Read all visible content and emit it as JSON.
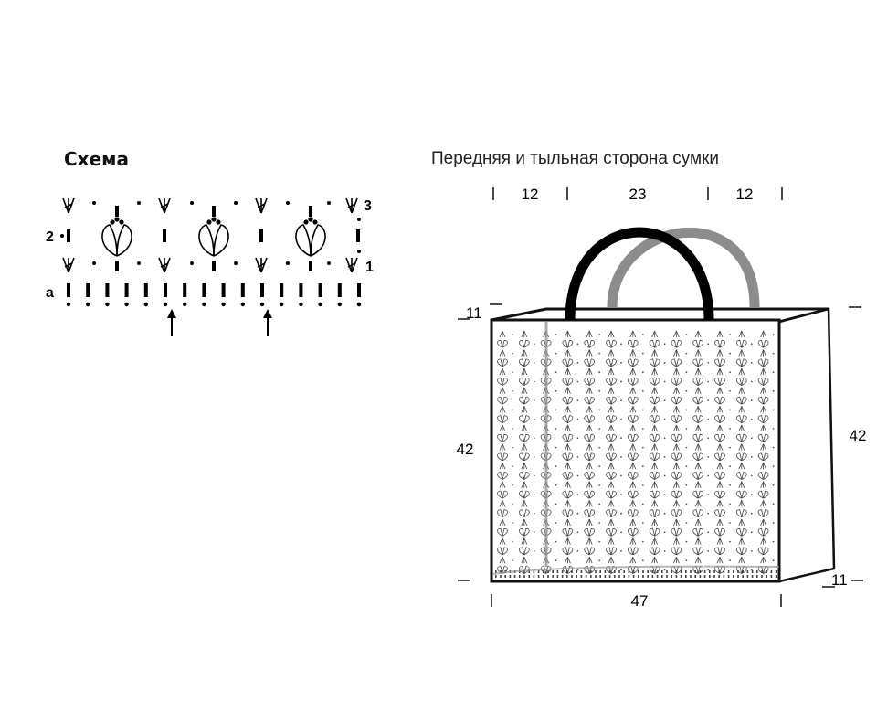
{
  "scheme": {
    "title": "Схема",
    "row_labels": {
      "r1": "1",
      "r2": "2",
      "r3": "3",
      "base": "a"
    }
  },
  "bag": {
    "title": "Передняя и тыльная сторона сумки",
    "dims": {
      "top_left": "12",
      "top_middle": "23",
      "top_right": "12",
      "top_edge_left": "11",
      "height_left": "42",
      "height_right": "42",
      "bottom_edge_right": "11",
      "width_bottom": "47"
    },
    "colors": {
      "front_handle": "#000000",
      "back_handle": "#8c8c8c",
      "outline": "#111111",
      "stitches": "#333333"
    }
  }
}
